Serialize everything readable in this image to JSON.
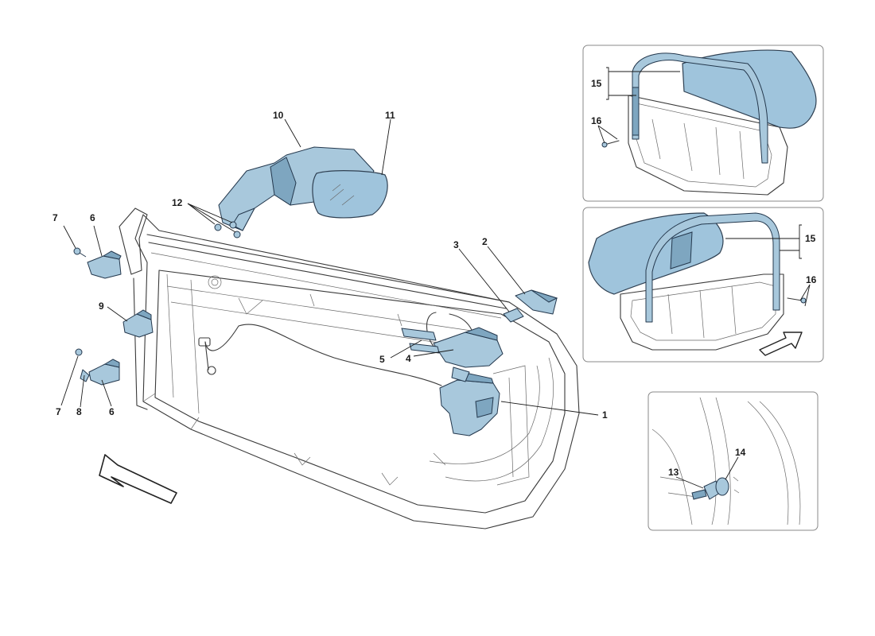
{
  "colors": {
    "part_fill": "#a8c8dc",
    "part_dark": "#7ea6c0",
    "glass_fill": "#9fc4dc",
    "line": "#3a3a3a"
  },
  "callouts": {
    "c1": "1",
    "c2": "2",
    "c3": "3",
    "c4": "4",
    "c5": "5",
    "c6a": "6",
    "c6b": "6",
    "c7a": "7",
    "c7b": "7",
    "c8": "8",
    "c9": "9",
    "c10": "10",
    "c11": "11",
    "c12": "12",
    "c13": "13",
    "c14": "14",
    "c15a": "15",
    "c15b": "15",
    "c16a": "16",
    "c16b": "16"
  },
  "icons": {
    "front_arrow": "direction-arrow-icon",
    "inset_arrow": "direction-arrow-icon"
  }
}
